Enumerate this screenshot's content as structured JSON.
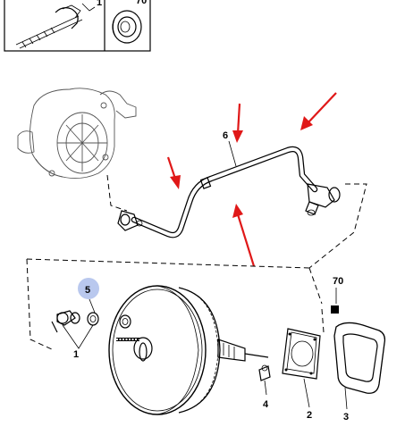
{
  "callouts": {
    "inset_right": "70",
    "pipe": "6",
    "washer": "5",
    "studs": "1",
    "gasket_plate": "2",
    "seal_frame": "3",
    "bracket": "4",
    "marker_box": "70"
  },
  "colors": {
    "arrow": "#e01818",
    "highlight": "#b9c8ee",
    "line": "#000000"
  }
}
